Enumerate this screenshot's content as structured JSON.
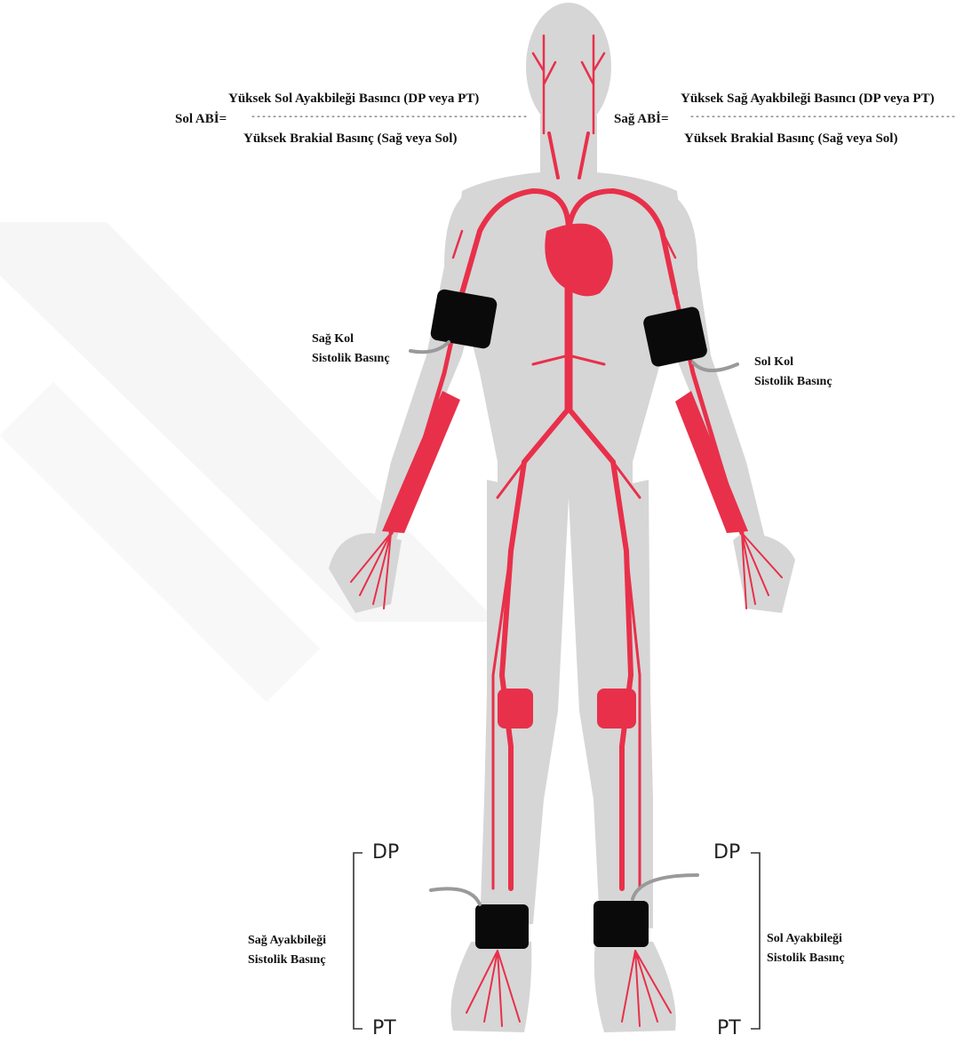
{
  "formula_left": {
    "prefix": "Sol ABİ=",
    "numerator": "Yüksek Sol Ayakbileği Basıncı (DP veya PT)",
    "denominator": "Yüksek Brakial Basınç (Sağ veya Sol)"
  },
  "formula_right": {
    "prefix": "Sağ ABİ=",
    "numerator": "Yüksek Sağ Ayakbileği Basıncı (DP veya PT)",
    "denominator": "Yüksek Brakial Basınç (Sağ veya Sol)"
  },
  "arm_right": {
    "line1": "Sağ Kol",
    "line2": "Sistolik Basınç"
  },
  "arm_left": {
    "line1": "Sol Kol",
    "line2": "Sistolik Basınç"
  },
  "ankle_right": {
    "line1": "Sağ Ayakbileği",
    "line2": "Sistolik Basınç"
  },
  "ankle_left": {
    "line1": "Sol Ayakbileği",
    "line2": "Sistolik Basınç"
  },
  "pulses": {
    "dp": "DP",
    "pt": "PT"
  },
  "colors": {
    "body": "#d4d4d4",
    "artery": "#e8304a",
    "cuff": "#0a0a0a",
    "tube": "#9a9a9a"
  }
}
